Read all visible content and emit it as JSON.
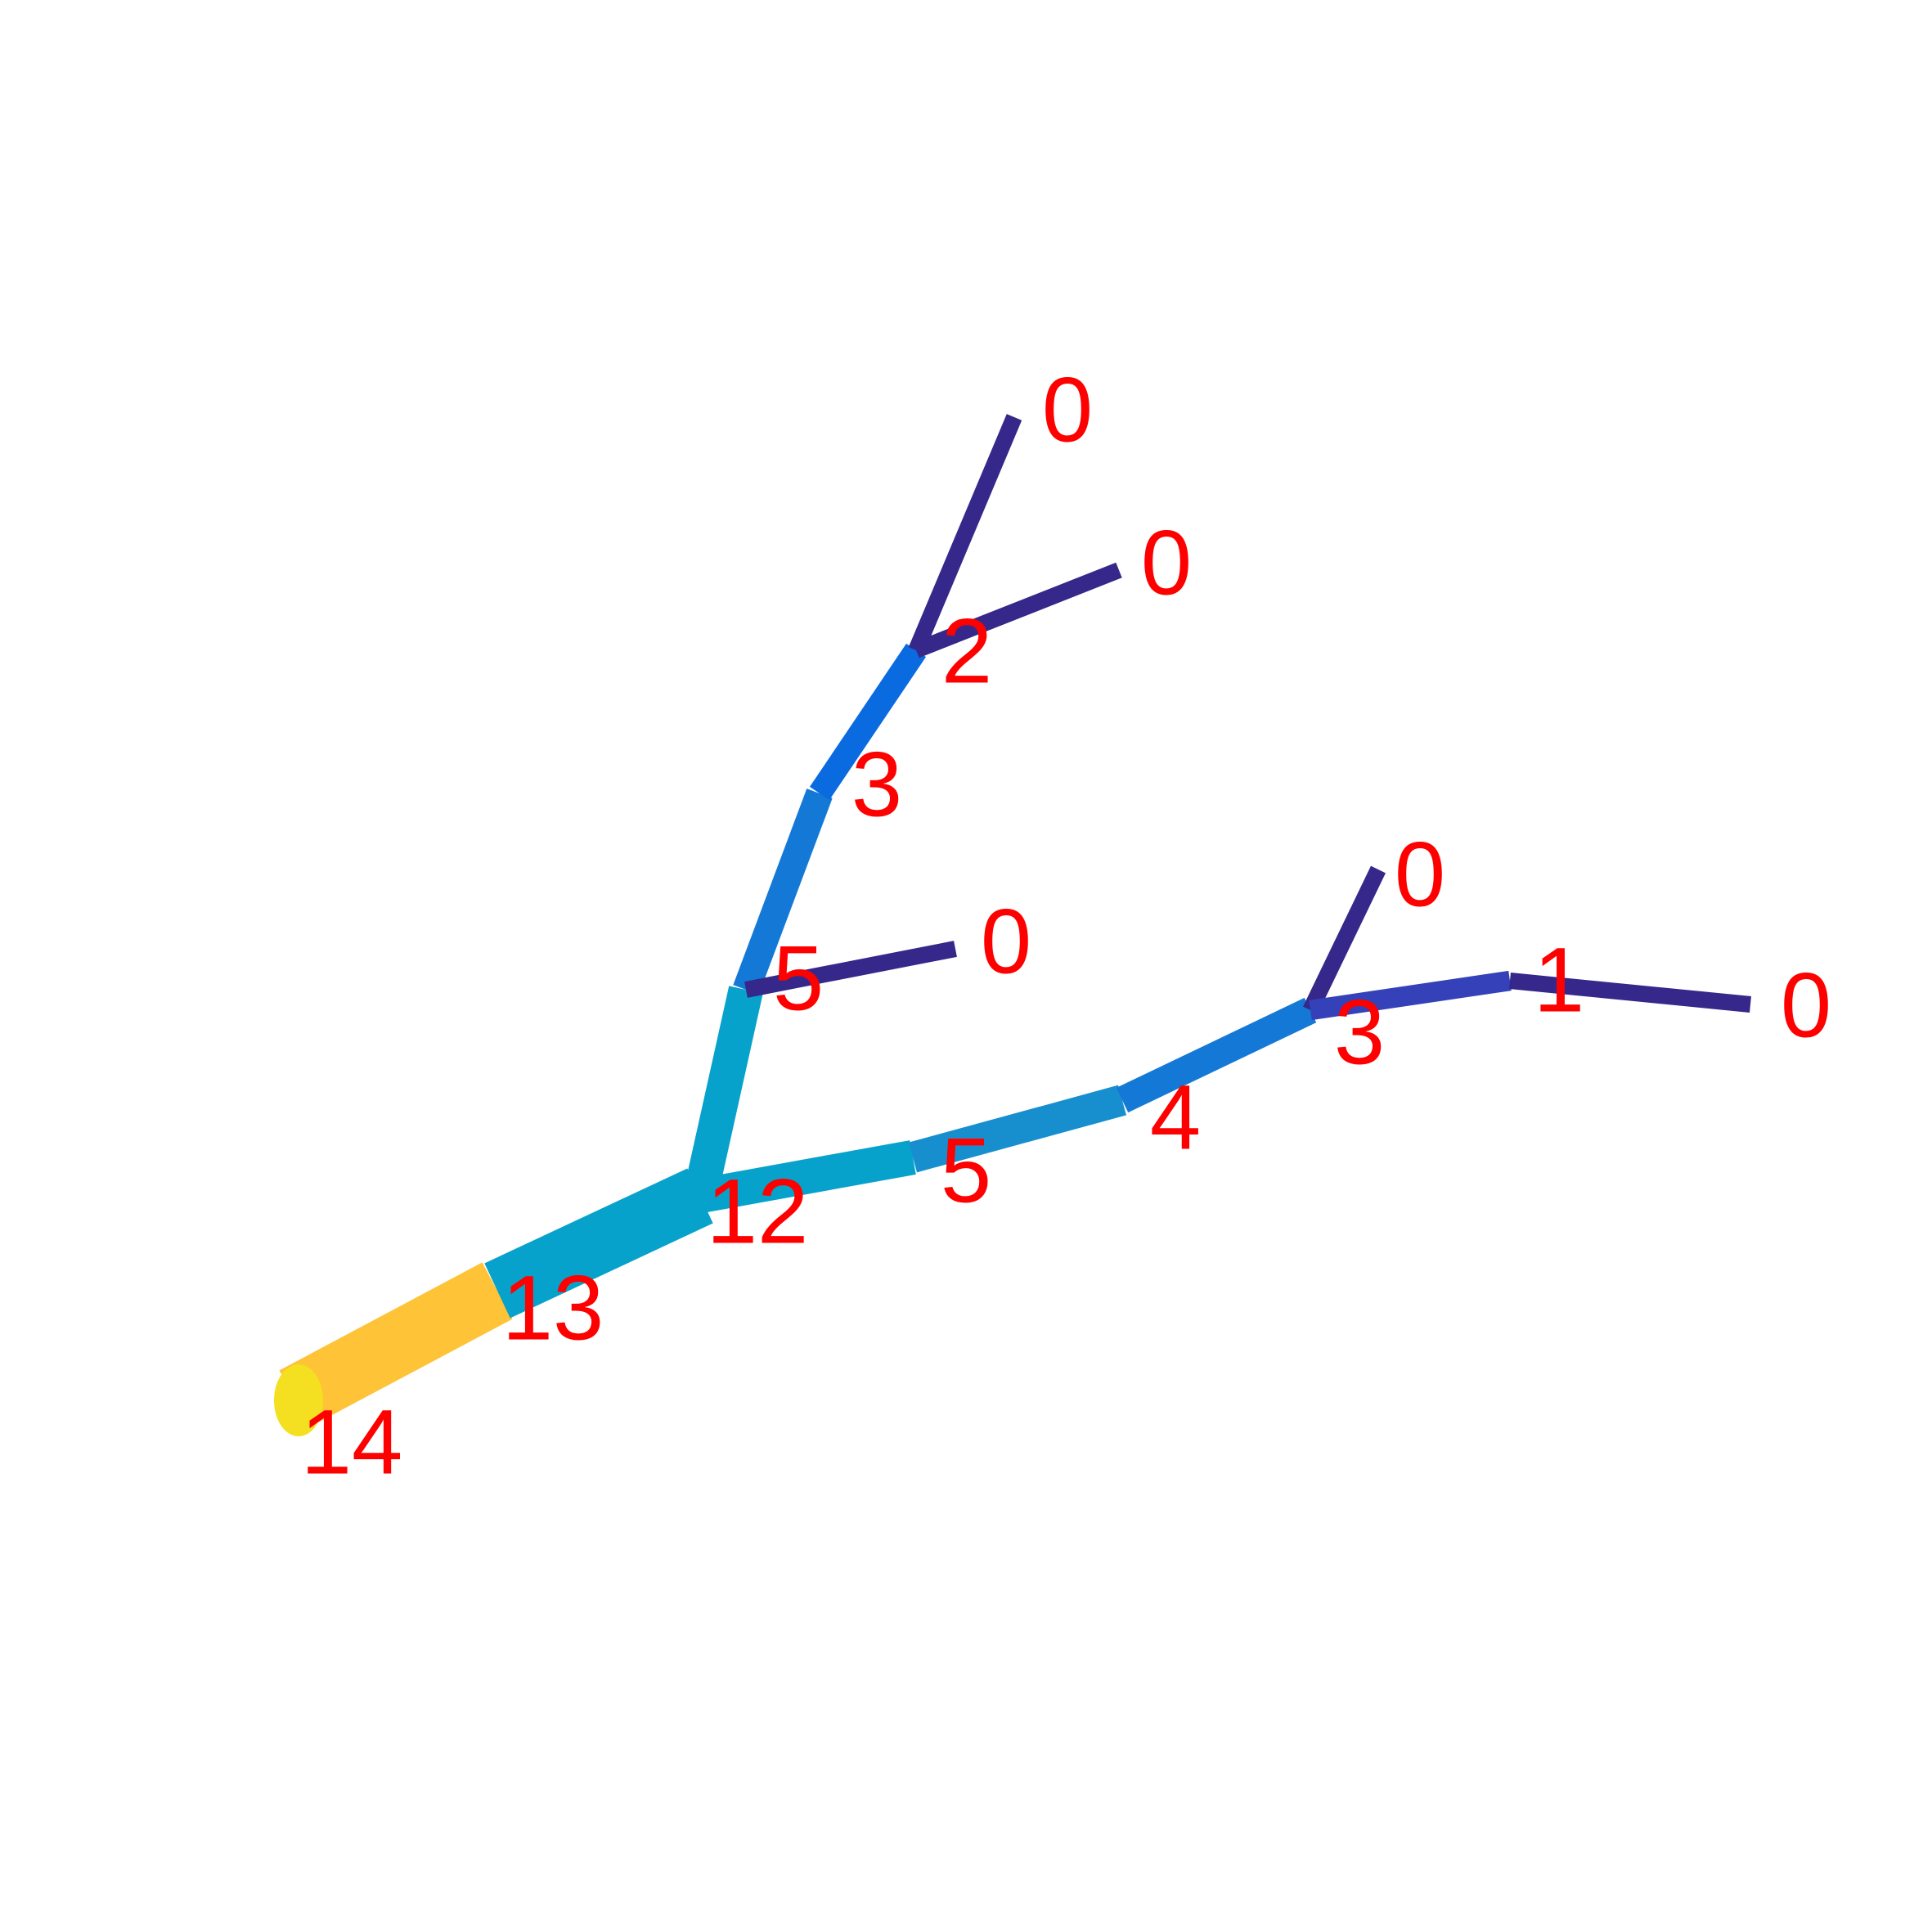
{
  "colors": {
    "label": "#ff0000",
    "background": "#ffffff",
    "palette": [
      "#36288a",
      "#3441b8",
      "#0a6ae0",
      "#1479d6",
      "#178fcf",
      "#07a2cb",
      "#fec336",
      "#f4df21"
    ]
  },
  "tree": {
    "nodes": [
      {
        "id": "root",
        "label": "14"
      },
      {
        "id": "n13",
        "label": "13"
      },
      {
        "id": "n12",
        "label": "12"
      },
      {
        "id": "n5a",
        "label": "5"
      },
      {
        "id": "n3a",
        "label": "3"
      },
      {
        "id": "n2",
        "label": "2"
      },
      {
        "id": "leafA",
        "label": "0"
      },
      {
        "id": "leafB",
        "label": "0"
      },
      {
        "id": "leafC",
        "label": "0"
      },
      {
        "id": "n5b",
        "label": "5"
      },
      {
        "id": "n4",
        "label": "4"
      },
      {
        "id": "n3b",
        "label": "3"
      },
      {
        "id": "leafD",
        "label": "0"
      },
      {
        "id": "n1",
        "label": "1"
      },
      {
        "id": "leafE",
        "label": "0"
      }
    ],
    "edges": [
      {
        "from": "root",
        "to": "n13"
      },
      {
        "from": "n13",
        "to": "n12"
      },
      {
        "from": "n12",
        "to": "n5a"
      },
      {
        "from": "n5a",
        "to": "n3a"
      },
      {
        "from": "n3a",
        "to": "n2"
      },
      {
        "from": "n2",
        "to": "leafA"
      },
      {
        "from": "n2",
        "to": "leafB"
      },
      {
        "from": "n5a",
        "to": "leafC"
      },
      {
        "from": "n12",
        "to": "n5b"
      },
      {
        "from": "n5b",
        "to": "n4"
      },
      {
        "from": "n4",
        "to": "n3b"
      },
      {
        "from": "n3b",
        "to": "leafD"
      },
      {
        "from": "n3b",
        "to": "n1"
      },
      {
        "from": "n1",
        "to": "leafE"
      }
    ]
  }
}
